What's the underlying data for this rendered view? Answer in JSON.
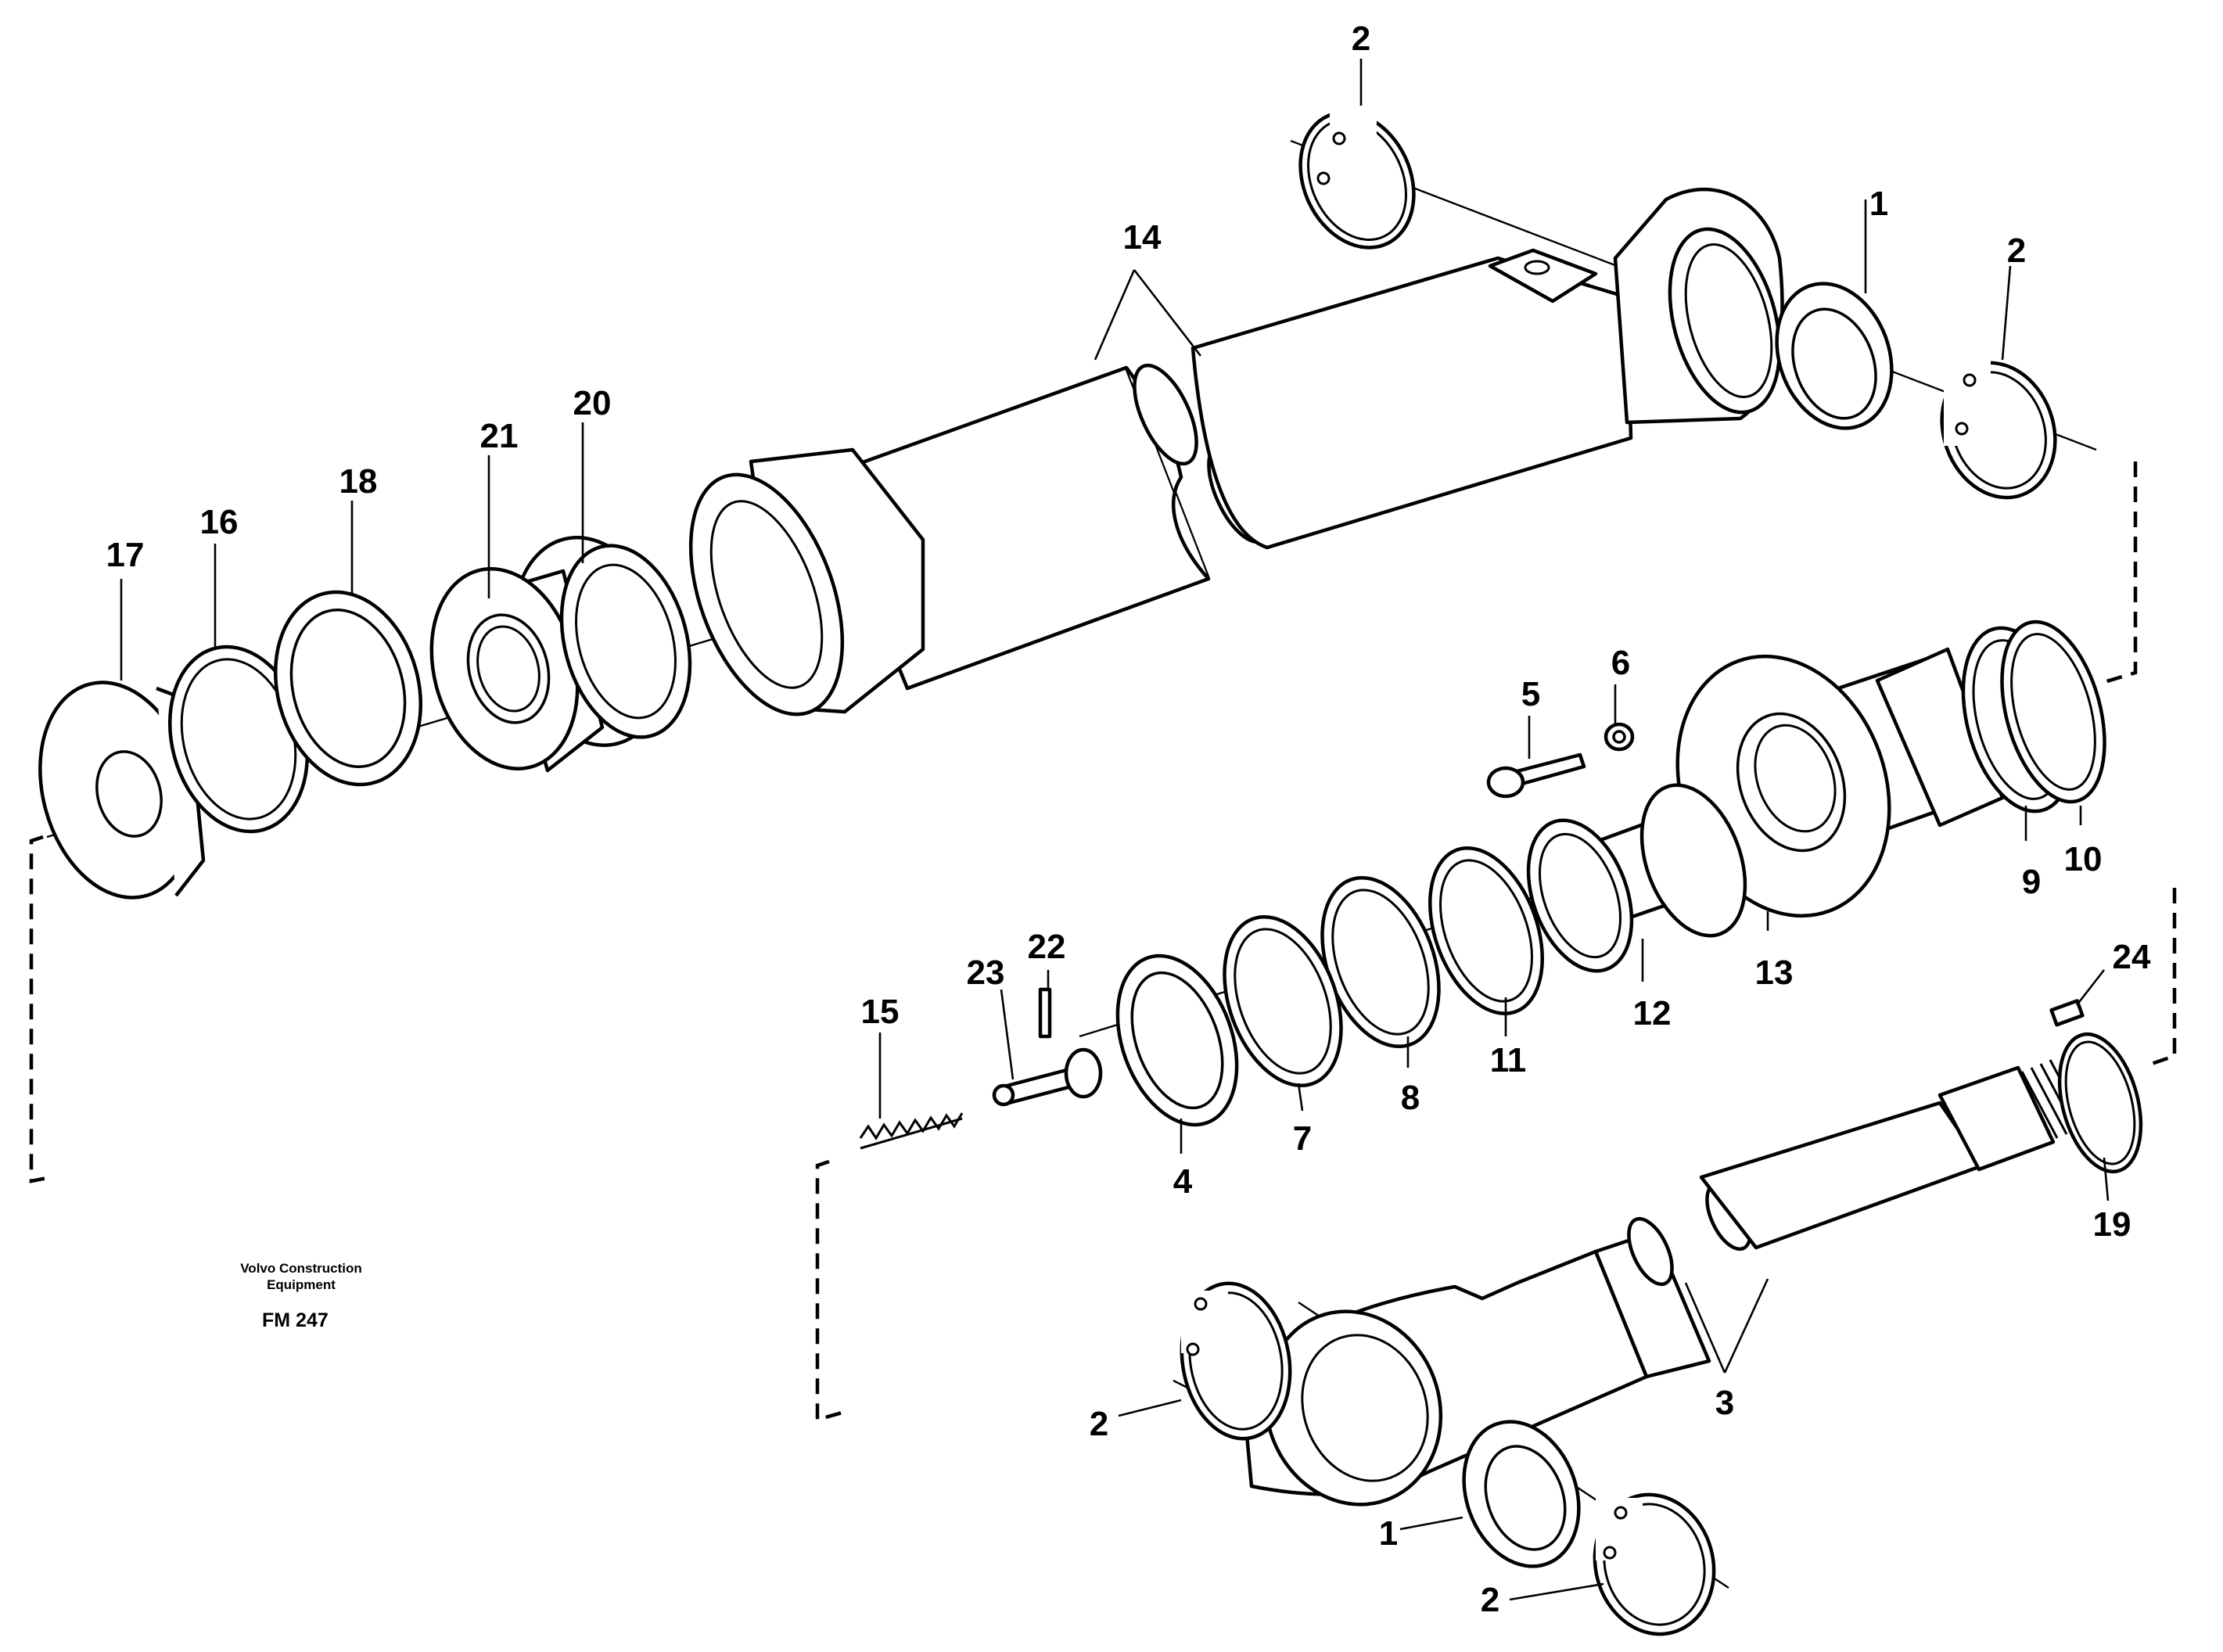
{
  "diagram": {
    "credit_line1": "Volvo Construction",
    "credit_line2": "Equipment",
    "figure_code": "FM 247"
  },
  "callouts": [
    {
      "id": "c2a",
      "label": "2"
    },
    {
      "id": "c14",
      "label": "14"
    },
    {
      "id": "c1a",
      "label": "1"
    },
    {
      "id": "c2b",
      "label": "2"
    },
    {
      "id": "c21",
      "label": "21"
    },
    {
      "id": "c20",
      "label": "20"
    },
    {
      "id": "c18",
      "label": "18"
    },
    {
      "id": "c16",
      "label": "16"
    },
    {
      "id": "c17",
      "label": "17"
    },
    {
      "id": "c5",
      "label": "5"
    },
    {
      "id": "c6",
      "label": "6"
    },
    {
      "id": "c9",
      "label": "9"
    },
    {
      "id": "c10",
      "label": "10"
    },
    {
      "id": "c13",
      "label": "13"
    },
    {
      "id": "c12",
      "label": "12"
    },
    {
      "id": "c11",
      "label": "11"
    },
    {
      "id": "c8",
      "label": "8"
    },
    {
      "id": "c7",
      "label": "7"
    },
    {
      "id": "c4",
      "label": "4"
    },
    {
      "id": "c22",
      "label": "22"
    },
    {
      "id": "c23",
      "label": "23"
    },
    {
      "id": "c15",
      "label": "15"
    },
    {
      "id": "c24",
      "label": "24"
    },
    {
      "id": "c19",
      "label": "19"
    },
    {
      "id": "c3",
      "label": "3"
    },
    {
      "id": "c2c",
      "label": "2"
    },
    {
      "id": "c1b",
      "label": "1"
    },
    {
      "id": "c2d",
      "label": "2"
    }
  ]
}
